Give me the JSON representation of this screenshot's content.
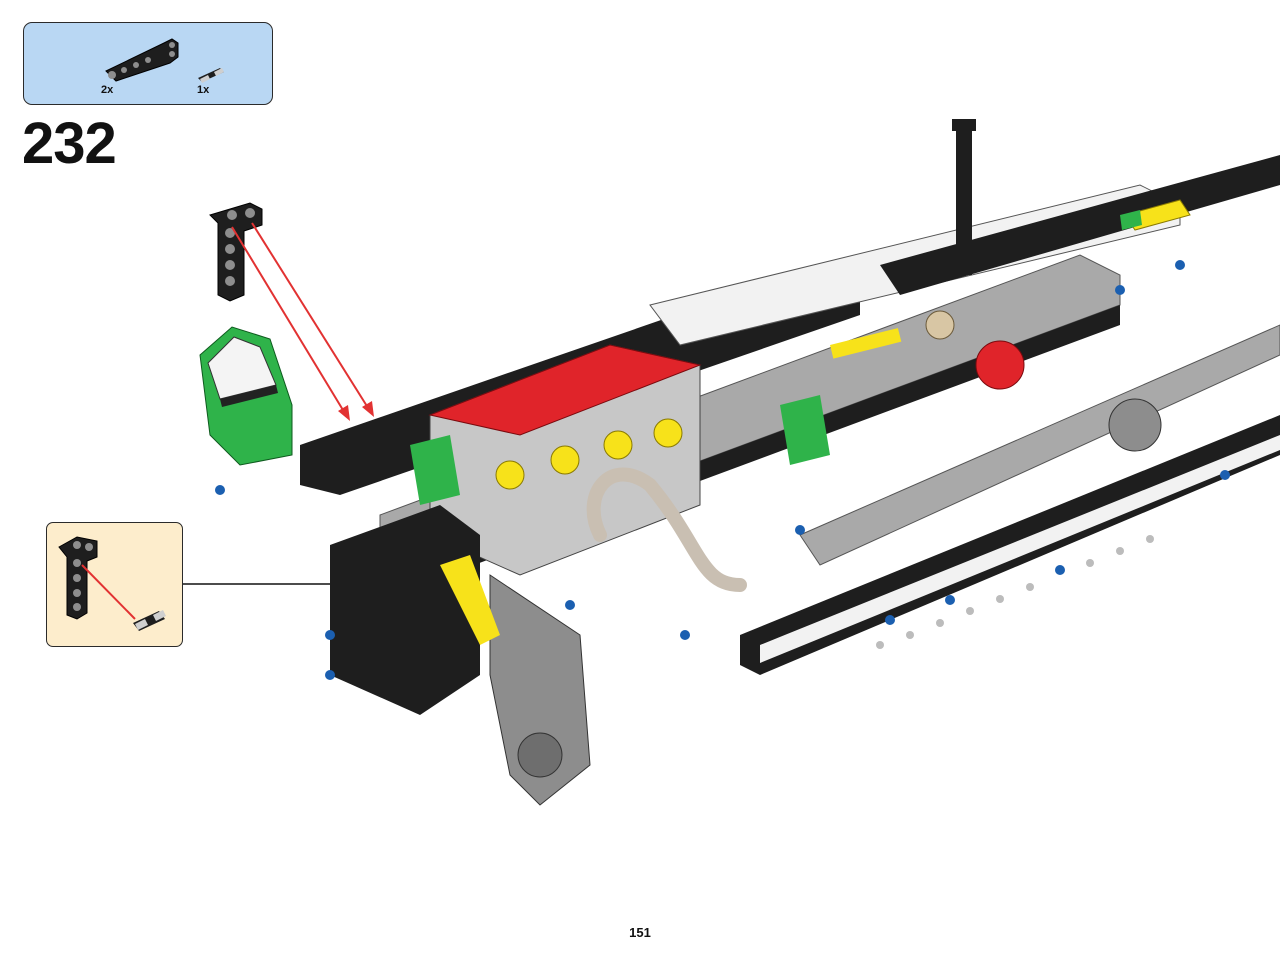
{
  "step": {
    "number": "232"
  },
  "parts_list": [
    {
      "quantity": "2x",
      "icon": "black-angled-beam-icon"
    },
    {
      "quantity": "1x",
      "icon": "axle-pin-connector-icon"
    }
  ],
  "callout": {
    "icon": "beam-with-connector-subassembly-icon"
  },
  "page": {
    "number": "151"
  },
  "colors": {
    "parts_box_bg": "#b9d7f3",
    "callout_bg": "#fdedcc",
    "beam_black": "#1e1e1e",
    "beam_white": "#f2f2f2",
    "beam_grey": "#a9a9a9",
    "brick_red": "#e0242a",
    "brick_green": "#2fb34a",
    "brick_yellow": "#f7e21a",
    "pin_blue": "#1b5fb0",
    "arrow_red": "#e23232"
  }
}
